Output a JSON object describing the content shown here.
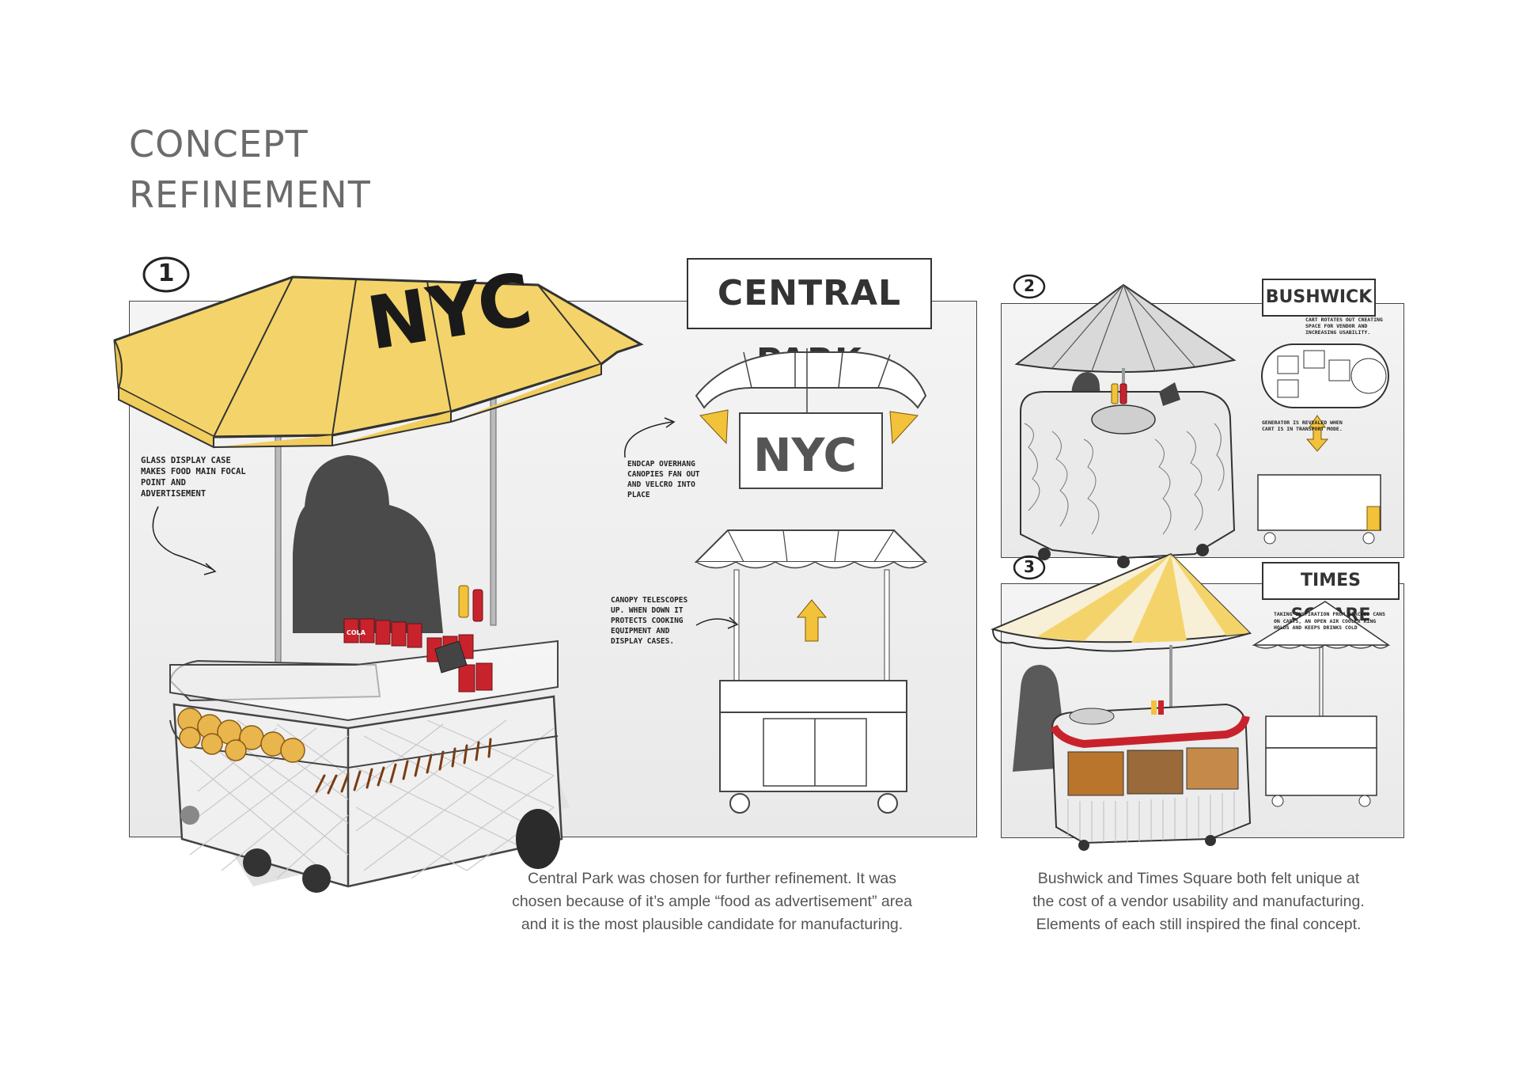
{
  "page": {
    "title_line1": "CONCEPT",
    "title_line2": "REFINEMENT"
  },
  "concept1": {
    "number": "1",
    "name": "CENTRAL PARK",
    "canopy_logo": "NYC",
    "banner_logo": "NYC",
    "note_display": "GLASS DISPLAY CASE MAKES FOOD MAIN FOCAL POINT AND ADVERTISEMENT",
    "note_endcap": "ENDCAP OVERHANG CANOPIES FAN OUT AND VELCRO INTO PLACE",
    "note_canopy": "CANOPY TELESCOPES UP. WHEN DOWN IT PROTECTS COOKING EQUIPMENT AND DISPLAY CASES.",
    "can_label": "COLA",
    "caption": [
      "Central Park was chosen for further refinement. It was",
      "chosen because of it’s ample “food as advertisement” area",
      "and it is the most plausible candidate for manufacturing."
    ]
  },
  "concept2": {
    "number": "2",
    "name": "BUSHWICK",
    "note_rotate": "CART ROTATES OUT CREATING SPACE FOR VENDOR AND INCREASING USABILITY.",
    "note_generator": "GENERATOR IS REVEALED WHEN CART IS IN TRANSPORT MODE."
  },
  "concept3": {
    "number": "3",
    "name": "TIMES SQUARE",
    "note_cooler": "TAKING INSPIRATION FROM STACKED CANS ON CARTS, AN OPEN AIR COOLER RING HOLDS AND KEEPS DRINKS COLD"
  },
  "caption_right": [
    "Bushwick and Times Square both felt unique at",
    "the cost of a vendor usability and manufacturing.",
    "Elements of each still inspired the final concept."
  ],
  "colors": {
    "canopy_yellow": "#f4d46a",
    "accent_yellow": "#f2c23a",
    "can_red": "#c8232c",
    "frame_line": "#444444"
  }
}
